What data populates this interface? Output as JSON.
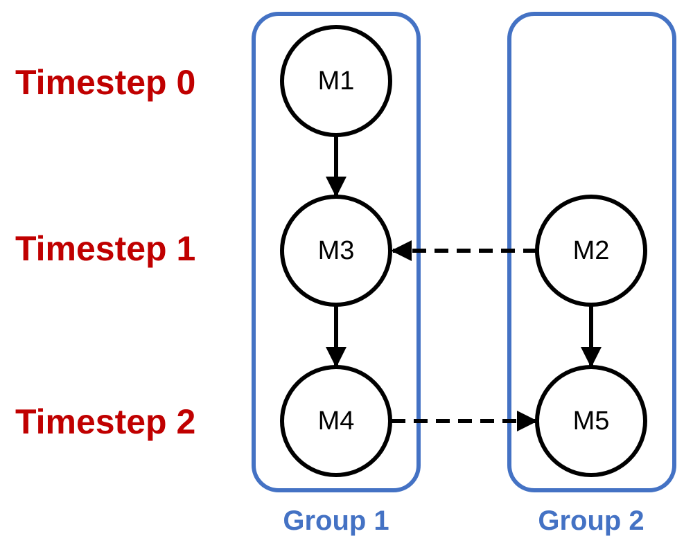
{
  "colors": {
    "timestep": "#C00000",
    "group": "#4472C4",
    "node_stroke": "#000000",
    "edge": "#000000"
  },
  "timesteps": [
    {
      "label": "Timestep 0"
    },
    {
      "label": "Timestep 1"
    },
    {
      "label": "Timestep 2"
    }
  ],
  "groups": [
    {
      "label": "Group 1"
    },
    {
      "label": "Group 2"
    }
  ],
  "nodes": [
    {
      "id": "M1",
      "label": "M1",
      "group": "Group 1",
      "timestep": 0
    },
    {
      "id": "M3",
      "label": "M3",
      "group": "Group 1",
      "timestep": 1
    },
    {
      "id": "M4",
      "label": "M4",
      "group": "Group 1",
      "timestep": 2
    },
    {
      "id": "M2",
      "label": "M2",
      "group": "Group 2",
      "timestep": 1
    },
    {
      "id": "M5",
      "label": "M5",
      "group": "Group 2",
      "timestep": 2
    }
  ],
  "edges": [
    {
      "from": "M1",
      "to": "M3",
      "style": "solid"
    },
    {
      "from": "M3",
      "to": "M4",
      "style": "solid"
    },
    {
      "from": "M2",
      "to": "M5",
      "style": "solid"
    },
    {
      "from": "M2",
      "to": "M3",
      "style": "dashed"
    },
    {
      "from": "M4",
      "to": "M5",
      "style": "dashed"
    }
  ]
}
